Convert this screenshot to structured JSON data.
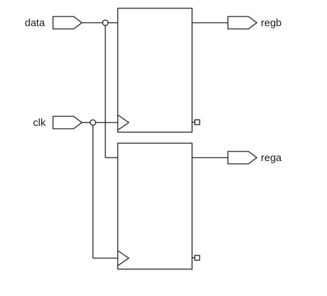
{
  "diagram": {
    "inputs": [
      {
        "id": "data",
        "label": "data"
      },
      {
        "id": "clk",
        "label": "clk"
      }
    ],
    "outputs": [
      {
        "id": "regb",
        "label": "regb"
      },
      {
        "id": "rega",
        "label": "rega"
      }
    ],
    "registers": [
      {
        "id": "reg-top",
        "drives": "regb",
        "data_in": "data",
        "clock_in": "clk"
      },
      {
        "id": "reg-bottom",
        "drives": "rega",
        "data_in": "data",
        "clock_in": "clk"
      }
    ]
  }
}
